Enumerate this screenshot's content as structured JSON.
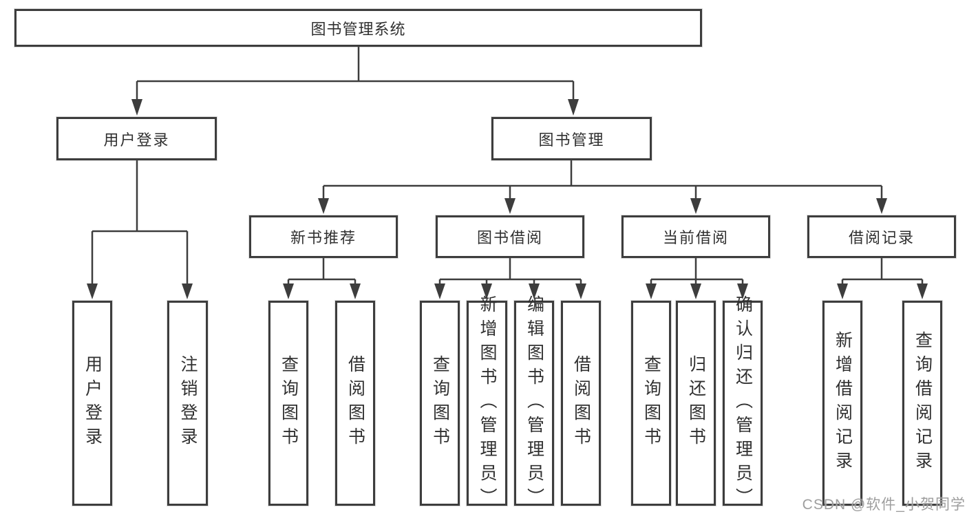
{
  "tree": {
    "root": {
      "label": "图书管理系统"
    },
    "user_login": {
      "label": "用户登录",
      "children": [
        {
          "label": "用户登录"
        },
        {
          "label": "注销登录"
        }
      ]
    },
    "book_mgmt": {
      "label": "图书管理",
      "sections": [
        {
          "label": "新书推荐",
          "children": [
            {
              "label": "查询图书"
            },
            {
              "label": "借阅图书"
            }
          ]
        },
        {
          "label": "图书借阅",
          "children": [
            {
              "label": "查询图书"
            },
            {
              "label": "新增图书（管理员）"
            },
            {
              "label": "编辑图书（管理员）"
            },
            {
              "label": "借阅图书"
            }
          ]
        },
        {
          "label": "当前借阅",
          "children": [
            {
              "label": "查询图书"
            },
            {
              "label": "归还图书"
            },
            {
              "label": "确认归还（管理员）"
            }
          ]
        },
        {
          "label": "借阅记录",
          "children": [
            {
              "label": "新增借阅记录"
            },
            {
              "label": "查询借阅记录"
            }
          ]
        }
      ]
    }
  },
  "watermark": {
    "text": "CSDN @软件_小贺同学"
  },
  "colors": {
    "line": "#3d3d3d",
    "box_border": "#3d3d3d",
    "text": "#303030",
    "watermark": "#9e9e9e",
    "background": "#ffffff"
  }
}
